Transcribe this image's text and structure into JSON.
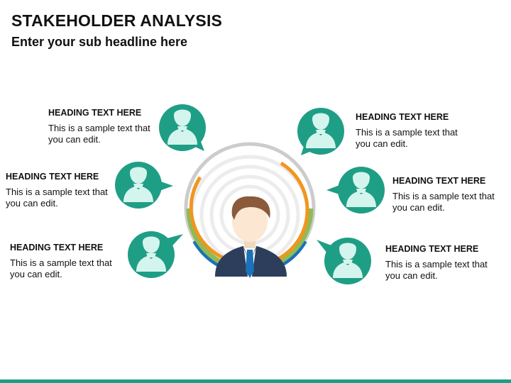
{
  "title": "STAKEHOLDER ANALYSIS",
  "subtitle": "Enter your sub headline here",
  "stakeholders": [
    {
      "heading": "HEADING TEXT HERE",
      "body_line1": "This is a sample text that",
      "body_line2": "you can edit."
    },
    {
      "heading": "HEADING TEXT HERE",
      "body_line1": "This is a sample text that",
      "body_line2": "you can edit."
    },
    {
      "heading": "HEADING TEXT HERE",
      "body_line1": "This is a sample text that",
      "body_line2": "you can edit."
    },
    {
      "heading": "HEADING TEXT HERE",
      "body_line1": "This is a sample text that",
      "body_line2": "you can edit."
    },
    {
      "heading": "HEADING TEXT HERE",
      "body_line1": "This is a sample text that",
      "body_line2": "you can edit."
    },
    {
      "heading": "HEADING TEXT HERE",
      "body_line1": "This is a sample text that",
      "body_line2": "you can edit."
    }
  ],
  "colors": {
    "teal": "#1f9e86",
    "orange": "#f0961f",
    "green": "#8fba55",
    "blue": "#1a72b8",
    "ring_gray": "#c9c9c9",
    "navy": "#2c3e5c"
  },
  "icons": {
    "stakeholder": "person-silhouette-icon",
    "center": "businessman-icon"
  }
}
